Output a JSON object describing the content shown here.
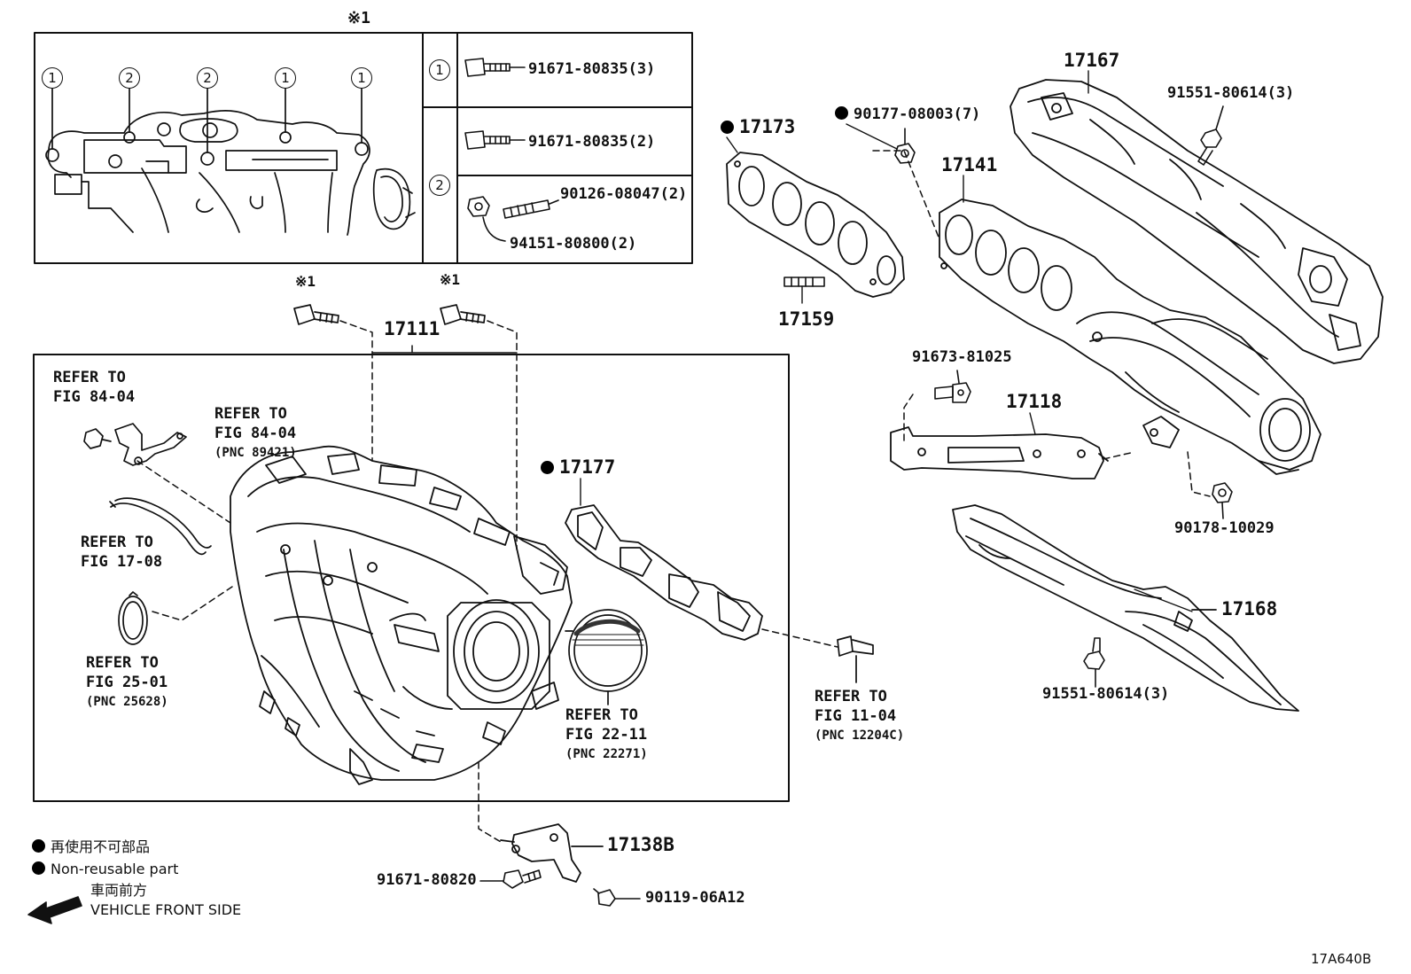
{
  "labels": {
    "p17167": "17167",
    "p17173": "17173",
    "p17141": "17141",
    "p17159": "17159",
    "p17111": "17111",
    "p17118": "17118",
    "p17177": "17177",
    "p17168": "17168",
    "p17138B": "17138B",
    "b91671_80835_3": "91671-80835(3)",
    "b91671_80835_2": "91671-80835(2)",
    "s90126_08047_2": "90126-08047(2)",
    "n94151_80800_2": "94151-80800(2)",
    "n90177_08003_7": "90177-08003(7)",
    "b91551_80614_3_top": "91551-80614(3)",
    "b91551_80614_3_bot": "91551-80614(3)",
    "b91673_81025": "91673-81025",
    "n90178_10029": "90178-10029",
    "b91671_80820": "91671-80820",
    "b90119_06A12": "90119-06A12",
    "note_mark": "※1",
    "callout_1": "1",
    "callout_2": "2"
  },
  "refs": {
    "r1": {
      "line1": "REFER TO",
      "line2": "FIG 84-04",
      "pnc": ""
    },
    "r2": {
      "line1": "REFER TO",
      "line2": "FIG 84-04",
      "pnc": "(PNC 89421)"
    },
    "r3": {
      "line1": "REFER TO",
      "line2": "FIG 17-08",
      "pnc": ""
    },
    "r4": {
      "line1": "REFER TO",
      "line2": "FIG 25-01",
      "pnc": "(PNC 25628)"
    },
    "r5": {
      "line1": "REFER TO",
      "line2": "FIG 22-11",
      "pnc": "(PNC 22271)"
    },
    "r6": {
      "line1": "REFER TO",
      "line2": "FIG 11-04",
      "pnc": "(PNC 12204C)"
    }
  },
  "legend": {
    "non_reusable_jp": "再使用不可部品",
    "non_reusable_en": "Non-reusable part",
    "front_jp": "車両前方",
    "front_en": "VEHICLE FRONT SIDE"
  },
  "figure_id": "17A640B"
}
